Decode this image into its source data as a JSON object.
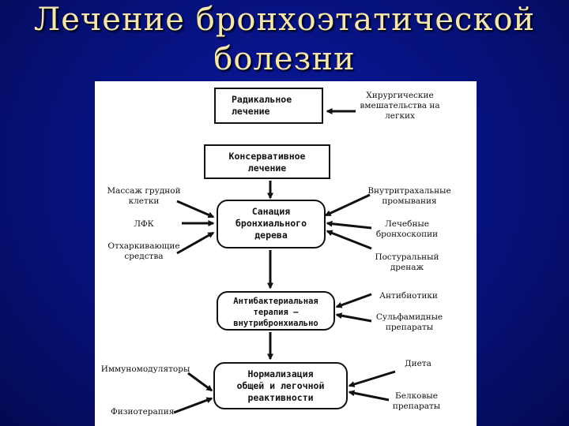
{
  "title": {
    "line1": "Лечение бронхоэтатической",
    "line2": "болезни"
  },
  "boxes": {
    "radical": "Радикальное\nлечение",
    "conservative": "Консервативное\nлечение",
    "sanation": "Санация\nбронхиального\nдерева",
    "antibacterial": "Антибактериальная\nтерапия –\nвнутрибронхиально",
    "normalization": "Нормализация\nобщей и легочной\nреактивности"
  },
  "labels": {
    "surgery": "Хирургические\nвмешательства на\nлегких",
    "massage": "Массаж грудной\nклетки",
    "lfk": "ЛФК",
    "expectorants": "Отхаркивающие\nсредства",
    "intratracheal": "Внутритрахальные\nпромывания",
    "bronchoscopy": "Лечебные\nбронхоскопии",
    "postural": "Постуральный\nдренаж",
    "antibiotics": "Антибиотики",
    "sulfonamides": "Сульфамидные\nпрепараты",
    "immunomodulators": "Иммуномодуляторы",
    "physiotherapy": "Физиотерапия",
    "diet": "Диета",
    "protein": "Белковые\nпрепараты"
  }
}
